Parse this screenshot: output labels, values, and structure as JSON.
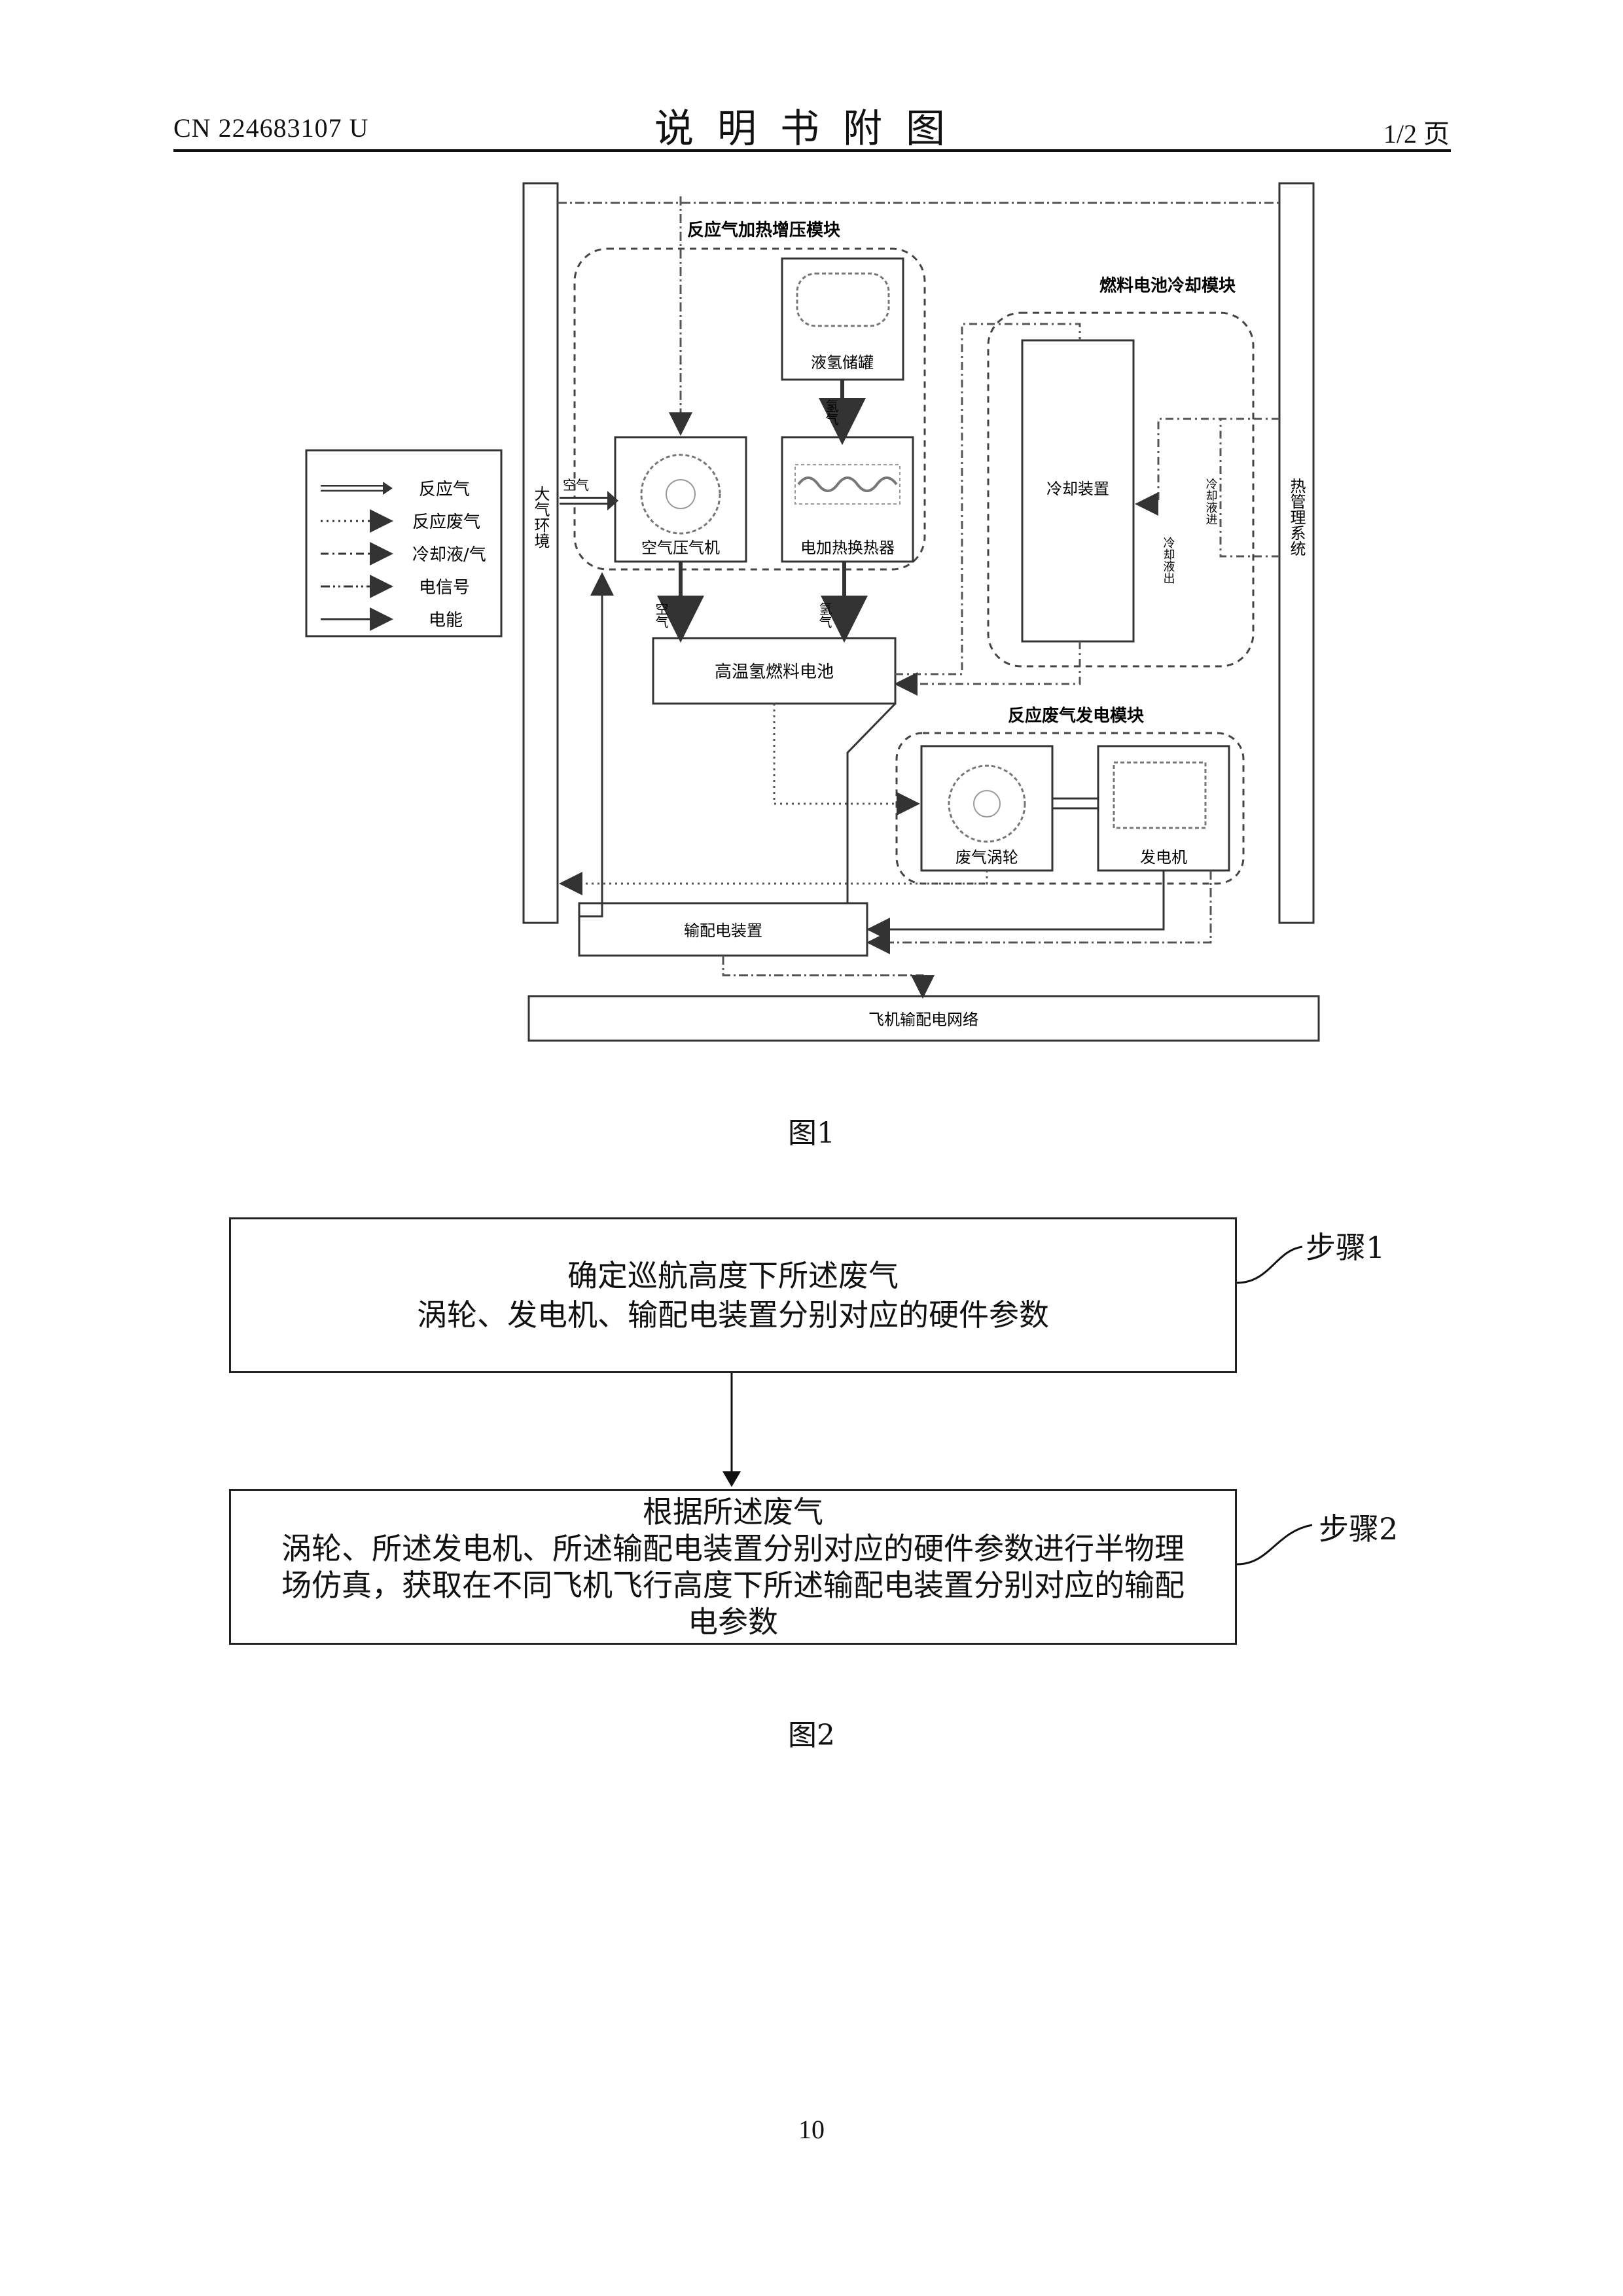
{
  "header": {
    "doc_number": "CN 224683107 U",
    "title": "说明书附图",
    "page": "1/2 页"
  },
  "figure1": {
    "caption": "图1",
    "legend": [
      {
        "label": "反应气",
        "style": "double"
      },
      {
        "label": "反应废气",
        "style": "dotted"
      },
      {
        "label": "冷却液/气",
        "style": "dashdot"
      },
      {
        "label": "电信号",
        "style": "dashdotdot"
      },
      {
        "label": "电能",
        "style": "solid"
      }
    ],
    "left_bar_label": "大气环境",
    "right_bar_label": "热管理系统",
    "air_label": "空气",
    "module_heating": "反应气加热增压模块",
    "module_cooling": "燃料电池冷却模块",
    "module_generation": "反应废气发电模块",
    "hydrogen_tank": "液氢储罐",
    "hydrogen_label": "氢气",
    "air_compressor": "空气压气机",
    "heat_exchanger": "电加热换热器",
    "air_in_label": "空气",
    "hydrogen_in_label": "氢气",
    "fuel_cell": "高温氢燃料电池",
    "cooling_device": "冷却装置",
    "coolant_in": "冷却液进",
    "coolant_out": "冷却液出",
    "exhaust_turbine": "废气涡轮",
    "generator": "发电机",
    "distribution_device": "输配电装置",
    "aircraft_grid": "飞机输配电网络"
  },
  "figure2": {
    "caption": "图2",
    "box1_lines": [
      "确定巡航高度下所述废气",
      "涡轮、发电机、输配电装置分别对应的硬件参数"
    ],
    "step1_label": "步骤1",
    "box2_lines": [
      "根据所述废气",
      "涡轮、所述发电机、所述输配电装置分别对应的硬件参数进行半物理",
      "场仿真，获取在不同飞机飞行高度下所述输配电装置分别对应的输配",
      "电参数"
    ],
    "step2_label": "步骤2"
  },
  "footer": {
    "page_number": "10"
  }
}
